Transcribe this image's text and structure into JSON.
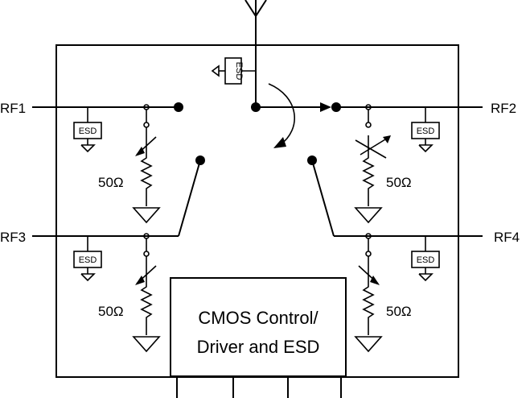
{
  "ports": {
    "rf1": "RF1",
    "rf2": "RF2",
    "rf3": "RF3",
    "rf4": "RF4"
  },
  "esd_label": "ESD",
  "resistor_value": "50Ω",
  "control_block": {
    "line1": "CMOS Control/",
    "line2": "Driver and ESD"
  }
}
